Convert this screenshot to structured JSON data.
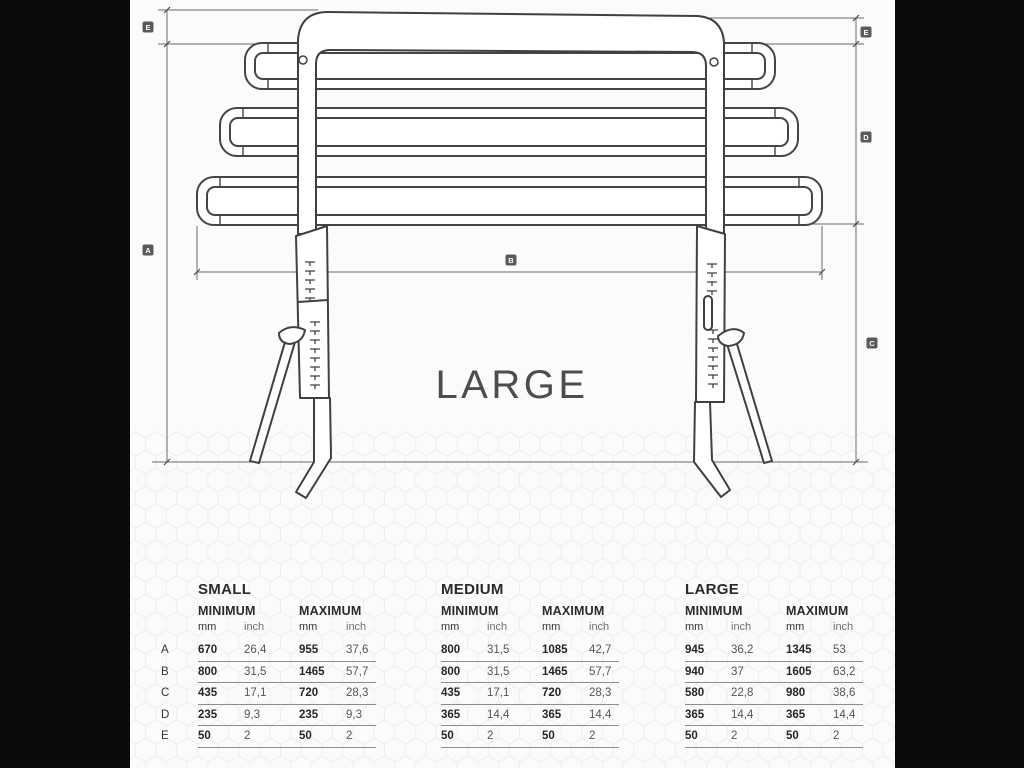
{
  "diagram": {
    "size_title": "LARGE",
    "dimension_labels": {
      "e_left": "E",
      "a": "A",
      "b": "B",
      "e_right": "E",
      "d": "D",
      "c": "C"
    }
  },
  "table": {
    "row_labels": [
      "A",
      "B",
      "C",
      "D",
      "E"
    ],
    "groups": [
      {
        "name": "SMALL",
        "minimum_label": "MINIMUM",
        "maximum_label": "MAXIMUM",
        "units": [
          "mm",
          "inch",
          "mm",
          "inch"
        ],
        "rows": [
          [
            "670",
            "26,4",
            "955",
            "37,6"
          ],
          [
            "800",
            "31,5",
            "1465",
            "57,7"
          ],
          [
            "435",
            "17,1",
            "720",
            "28,3"
          ],
          [
            "235",
            "9,3",
            "235",
            "9,3"
          ],
          [
            "50",
            "2",
            "50",
            "2"
          ]
        ]
      },
      {
        "name": "MEDIUM",
        "minimum_label": "MINIMUM",
        "maximum_label": "MAXIMUM",
        "units": [
          "mm",
          "inch",
          "mm",
          "inch"
        ],
        "rows": [
          [
            "800",
            "31,5",
            "1085",
            "42,7"
          ],
          [
            "800",
            "31,5",
            "1465",
            "57,7"
          ],
          [
            "435",
            "17,1",
            "720",
            "28,3"
          ],
          [
            "365",
            "14,4",
            "365",
            "14,4"
          ],
          [
            "50",
            "2",
            "50",
            "2"
          ]
        ]
      },
      {
        "name": "LARGE",
        "minimum_label": "MINIMUM",
        "maximum_label": "MAXIMUM",
        "units": [
          "mm",
          "inch",
          "mm",
          "inch"
        ],
        "rows": [
          [
            "945",
            "36,2",
            "1345",
            "53"
          ],
          [
            "940",
            "37",
            "1605",
            "63,2"
          ],
          [
            "580",
            "22,8",
            "980",
            "38,6"
          ],
          [
            "365",
            "14,4",
            "365",
            "14,4"
          ],
          [
            "50",
            "2",
            "50",
            "2"
          ]
        ]
      }
    ]
  },
  "colors": {
    "background": "#0b0b0b",
    "panel": "#fbfbfb",
    "line_ink": "#454545",
    "badge": "#5a5a5a"
  }
}
